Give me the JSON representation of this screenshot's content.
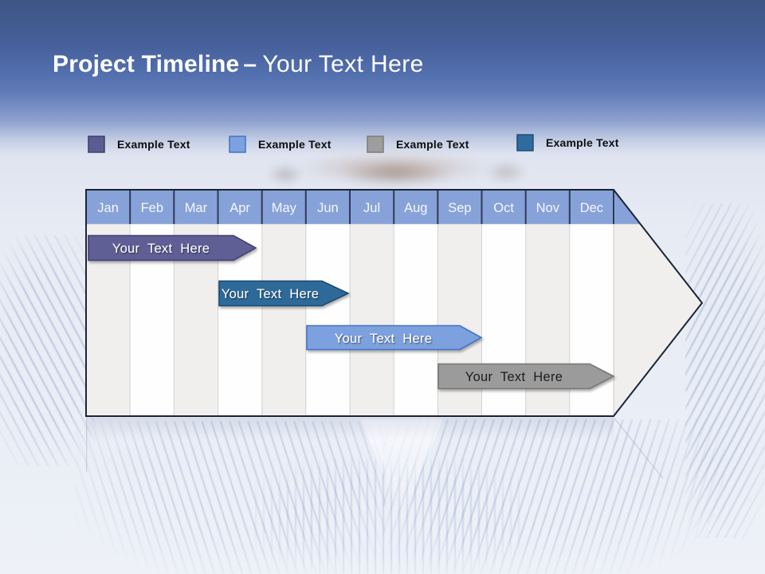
{
  "slide": {
    "title": {
      "primary": "Project Timeline",
      "separator": "–",
      "secondary": "Your Text Here"
    },
    "legend": {
      "items": [
        {
          "label": "Example Text",
          "swatch_fill": "#5c5c93",
          "swatch_border": "#3e3e68"
        },
        {
          "label": "Example Text",
          "swatch_fill": "#7da1de",
          "swatch_border": "#4472c4"
        },
        {
          "label": "Example Text",
          "swatch_fill": "#9d9d9d",
          "swatch_border": "#7c7c7c"
        },
        {
          "label": "Example Text",
          "swatch_fill": "#2f6b9e",
          "swatch_border": "#1d4e74"
        }
      ]
    },
    "timeline": {
      "months": [
        "Jan",
        "Feb",
        "Mar",
        "Apr",
        "May",
        "Jun",
        "Jul",
        "Aug",
        "Sep",
        "Oct",
        "Nov",
        "Dec"
      ],
      "header_fill": "#87a2d8",
      "header_text_color": "#f5f7fc",
      "header_separator_color": "#2e3a5c",
      "stripe_odd_color": "#f0efee",
      "stripe_even_color": "#fefefe",
      "grid_line_color": "#d2d2d0",
      "outline_color": "#1b2434",
      "bars": [
        {
          "label": "Your Text Here",
          "fill": "#5e5e96",
          "border": "#414170",
          "text_color": "#ffffff",
          "start_month": "Jan",
          "end_month": "Apr"
        },
        {
          "label": "Your Text Here",
          "fill": "#2e6b99",
          "border": "#1e4a6d",
          "text_color": "#ffffff",
          "start_month": "Apr",
          "end_month": "Jun"
        },
        {
          "label": "Your Text Here",
          "fill": "#7da1de",
          "border": "#4472c4",
          "text_color": "#ffffff",
          "start_month": "Jun",
          "end_month": "Sep"
        },
        {
          "label": "Your Text Here",
          "fill": "#9b9b9b",
          "border": "#767676",
          "text_color": "#1c1c1c",
          "start_month": "Sep",
          "end_month": "Dec"
        }
      ]
    }
  }
}
